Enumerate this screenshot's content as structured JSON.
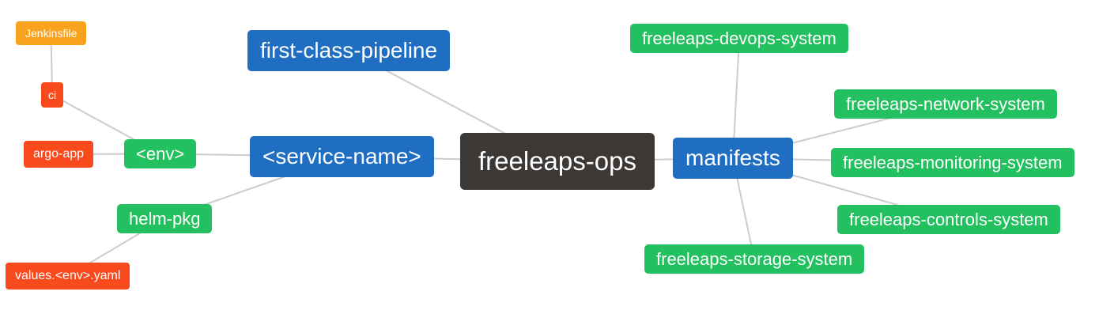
{
  "diagram": {
    "type": "mindmap",
    "colors": {
      "root_bg": "#3C3836",
      "branch_bg": "#1F6EC2",
      "green_bg": "#23C05F",
      "red_bg": "#F94A1E",
      "amber_bg": "#F9A21E",
      "edge": "#CCCCCC",
      "text": "#FFFFFF",
      "background": "#FFFFFF"
    },
    "nodes": {
      "freeleaps_ops": {
        "label": "freeleaps-ops",
        "color": "root_bg"
      },
      "first_class_pipeline": {
        "label": "first-class-pipeline",
        "color": "branch_bg"
      },
      "service_name": {
        "label": "<service-name>",
        "color": "branch_bg"
      },
      "manifests": {
        "label": "manifests",
        "color": "branch_bg"
      },
      "env": {
        "label": "<env>",
        "color": "green_bg"
      },
      "helm_pkg": {
        "label": "helm-pkg",
        "color": "green_bg"
      },
      "argo_app": {
        "label": "argo-app",
        "color": "red_bg"
      },
      "ci": {
        "label": "ci",
        "color": "red_bg"
      },
      "jenkinsfile": {
        "label": "Jenkinsfile",
        "color": "amber_bg"
      },
      "values_env_yaml": {
        "label": "values.<env>.yaml",
        "color": "red_bg"
      },
      "devops_system": {
        "label": "freeleaps-devops-system",
        "color": "green_bg"
      },
      "network_system": {
        "label": "freeleaps-network-system",
        "color": "green_bg"
      },
      "monitoring_system": {
        "label": "freeleaps-monitoring-system",
        "color": "green_bg"
      },
      "controls_system": {
        "label": "freeleaps-controls-system",
        "color": "green_bg"
      },
      "storage_system": {
        "label": "freeleaps-storage-system",
        "color": "green_bg"
      }
    },
    "edges": [
      [
        "jenkinsfile",
        "ci"
      ],
      [
        "ci",
        "env"
      ],
      [
        "argo_app",
        "env"
      ],
      [
        "env",
        "service_name"
      ],
      [
        "helm_pkg",
        "service_name"
      ],
      [
        "helm_pkg",
        "values_env_yaml"
      ],
      [
        "first_class_pipeline",
        "freeleaps_ops"
      ],
      [
        "service_name",
        "freeleaps_ops"
      ],
      [
        "freeleaps_ops",
        "manifests"
      ],
      [
        "manifests",
        "devops_system"
      ],
      [
        "manifests",
        "network_system"
      ],
      [
        "manifests",
        "monitoring_system"
      ],
      [
        "manifests",
        "controls_system"
      ],
      [
        "manifests",
        "storage_system"
      ]
    ]
  }
}
